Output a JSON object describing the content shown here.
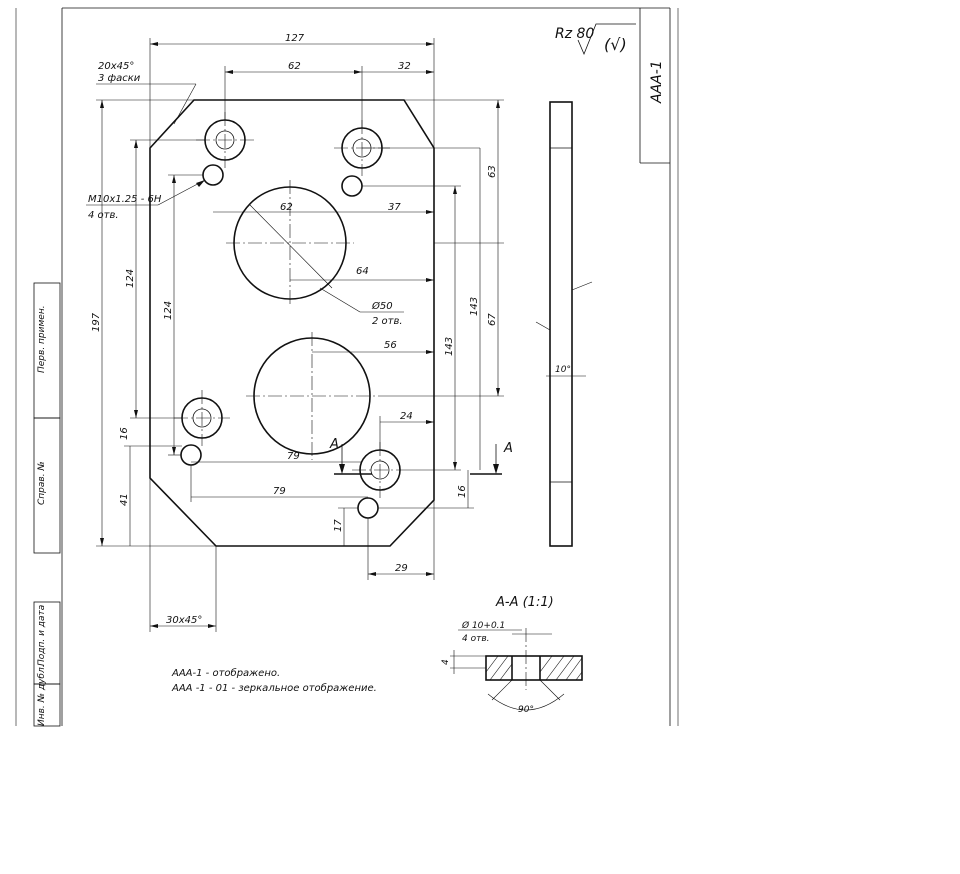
{
  "title_block": {
    "designation": "AAA-1",
    "roughness": "Rz 80",
    "roughness_mark": "(√)"
  },
  "side_stamps": [
    "Перв. примен.",
    "Справ. №",
    "Подп. и дата",
    "Инв. № дубл."
  ],
  "dims": {
    "w127": "127",
    "w62": "62",
    "w32": "32",
    "w62b": "62",
    "w37": "37",
    "w64": "64",
    "w56": "56",
    "w24": "24",
    "w79a": "79",
    "w79b": "79",
    "w29": "29",
    "h197": "197",
    "h124a": "124",
    "h124b": "124",
    "h16a": "16",
    "h41": "41",
    "h17": "17",
    "h63": "63",
    "h143a": "143",
    "h143b": "143",
    "h67": "67",
    "h16b": "16"
  },
  "notes": {
    "chamfer_top": "20x45°",
    "chamfer_top_sub": "3 фаски",
    "thread": "M10x1.25 - 6H",
    "thread_sub": "4 отв.",
    "big_hole": "Ø50",
    "big_hole_sub": "2 отв.",
    "chamfer_bottom": "30x45°",
    "angle": "10°",
    "section_mark": "A",
    "section_title": "A-A (1:1)",
    "sec_hole": "Ø 10+0.1",
    "sec_hole_sub": "4 отв.",
    "sec_depth": "4",
    "sec_angle": "90°",
    "note1": "AAA-1 - отображено.",
    "note2": "AAA -1 - 01 - зеркальное отображение."
  }
}
